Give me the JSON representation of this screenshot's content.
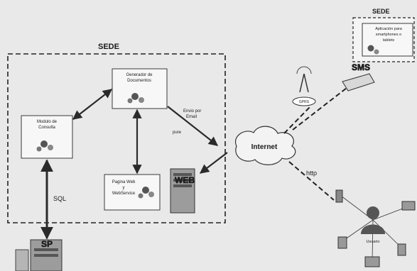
{
  "diagram": {
    "sede_main_label": "SEDE",
    "sede_right_label": "SEDE",
    "modulo_consulta": [
      "Modulo de",
      "Consulta"
    ],
    "generador_documentos": [
      "Generador de",
      "Documentos"
    ],
    "pagina_web": [
      "Pagina Web",
      "y",
      "WebService"
    ],
    "web_server_label": "WEB",
    "sp_server_label": "SP",
    "sql_label": "SQL",
    "envio_email": [
      "Envio por",
      "Email"
    ],
    "pure_label": "pure",
    "internet_label": "Internet",
    "http_label": "http",
    "sms_label": "SMS",
    "aplicacion_label": [
      "Aplicación para",
      "smartphones o",
      "tablets"
    ],
    "tower_label": "GPRS",
    "usuario_label": "Usuario"
  },
  "colors": {
    "background": "#e9e9e9",
    "line": "#2a2a2a",
    "box_fill": "#f7f7f7"
  }
}
